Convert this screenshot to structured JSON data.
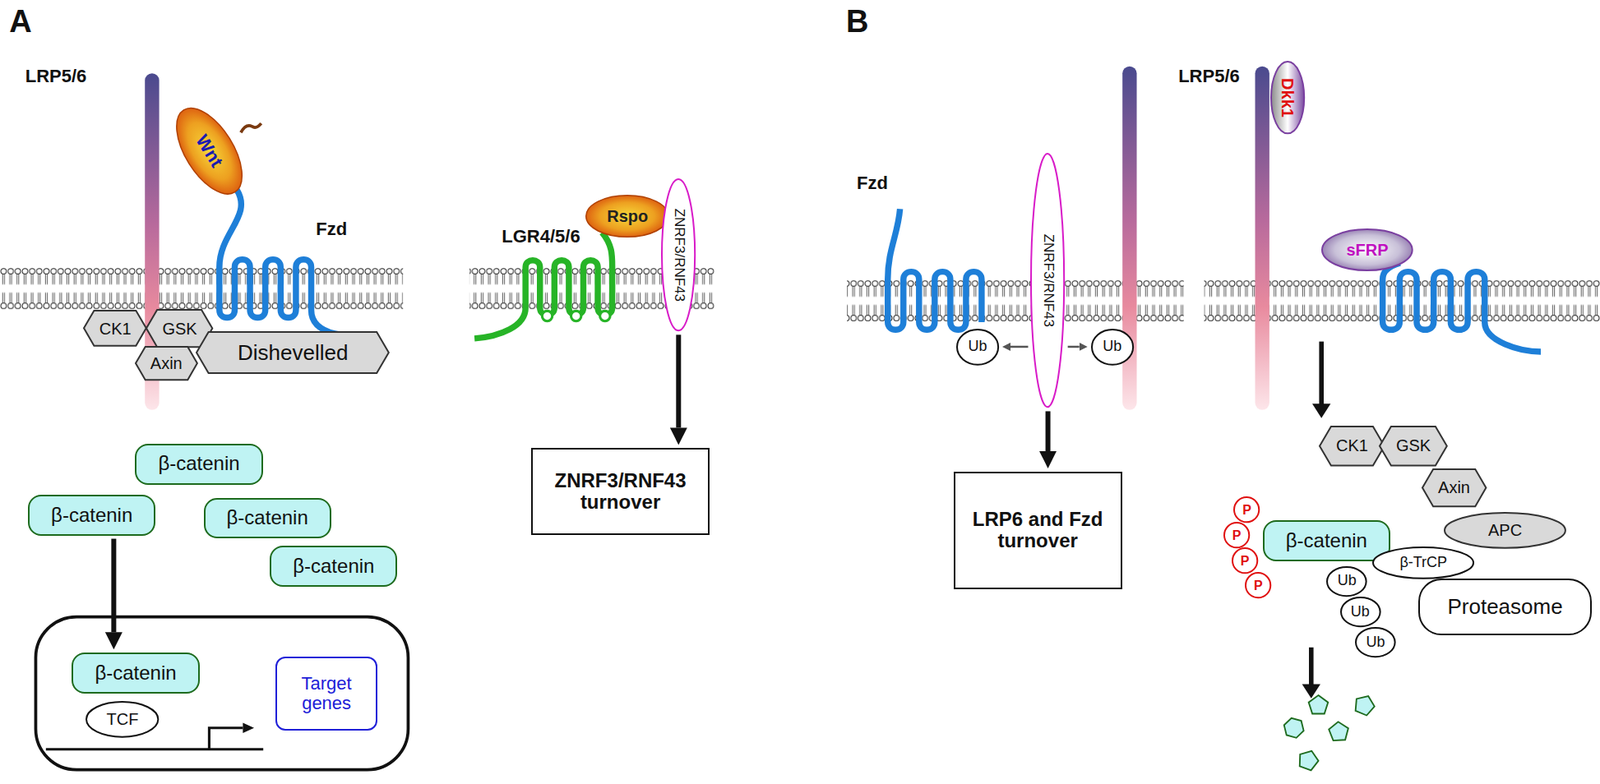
{
  "diagram": {
    "nodes": [
      {
        "text": [
          "Wnt"
        ]
      },
      {
        "text": [
          "CK1"
        ]
      },
      {
        "text": [
          "GSK"
        ]
      },
      {
        "text": [
          "Axin"
        ]
      },
      {
        "text": [
          "Dishevelled"
        ]
      },
      {
        "text": [
          "β-catenin"
        ]
      },
      {
        "text": [
          "β-catenin"
        ]
      },
      {
        "text": [
          "β-catenin"
        ]
      },
      {
        "text": [
          "β-catenin"
        ]
      },
      {
        "text": [
          "β-catenin"
        ]
      },
      {
        "text": [
          "TCF"
        ]
      },
      {
        "text": [
          "Target genes"
        ]
      },
      {
        "text": [
          "Rspo"
        ]
      },
      {
        "text": [
          "ZNRF3/RNF43"
        ]
      },
      {
        "text": [
          "ZNRF3/RNF43 turnover"
        ]
      },
      {
        "text": [
          "Ub"
        ]
      },
      {
        "text": [
          "ZNRF3/RNF43"
        ]
      },
      {
        "text": [
          "Ub"
        ]
      },
      {
        "text": [
          "LRP6 and Fzd turnover"
        ]
      },
      {
        "text": [
          "Dkk1"
        ]
      },
      {
        "text": [
          "sFRP"
        ]
      },
      {
        "text": [
          "CK1"
        ]
      },
      {
        "text": [
          "GSK"
        ]
      },
      {
        "text": [
          "APC"
        ]
      },
      {
        "text": [
          "Axin"
        ]
      },
      {
        "text": [
          "β-catenin"
        ]
      },
      {
        "text": [
          "P"
        ]
      },
      {
        "text": [
          "P"
        ]
      },
      {
        "text": [
          "P"
        ]
      },
      {
        "text": [
          "P"
        ]
      },
      {
        "text": [
          "Proteasome"
        ]
      },
      {
        "text": [
          "β-TrCP"
        ]
      },
      {
        "text": [
          "Ub"
        ]
      },
      {
        "text": [
          "Ub"
        ]
      },
      {
        "text": [
          "Ub"
        ]
      }
    ],
    "edges": [
      {
        "from": 6,
        "to": 9,
        "arrow": "to"
      },
      {
        "from": 13,
        "to": 14,
        "arrow": "to"
      },
      {
        "from": 16,
        "to": 15,
        "arrow": "to"
      },
      {
        "from": 16,
        "to": 17,
        "arrow": "to"
      },
      {
        "from": 16,
        "to": 18,
        "arrow": "to"
      }
    ],
    "labels": [
      "A",
      "LRP5/6",
      "Fzd",
      "LGR4/5/6",
      "B",
      "Fzd",
      "LRP5/6"
    ]
  }
}
